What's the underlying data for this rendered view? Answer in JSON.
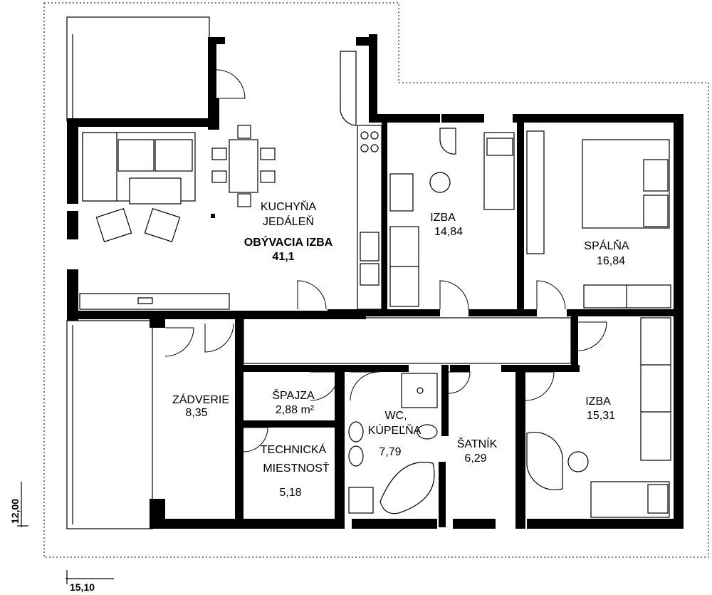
{
  "rooms": {
    "kuchyna": {
      "line1": "KUCHYŇA",
      "line2": "JEDÁLEŇ",
      "line3": "OBÝVACIA IZBA",
      "area": "41,1"
    },
    "izba1": {
      "name": "IZBA",
      "area": "14,84"
    },
    "spalna": {
      "name": "SPÁLŇA",
      "area": "16,84"
    },
    "zadverie": {
      "name": "ZÁDVERIE",
      "area": "8,35"
    },
    "spajza": {
      "name": "ŠPAJZA",
      "area": "2,88 m²"
    },
    "wc": {
      "line1": "WC,",
      "line2": "KÚPEĽŇA",
      "area": "7,79"
    },
    "satnik": {
      "name": "ŠATNÍK",
      "area": "6,29"
    },
    "izba2": {
      "name": "IZBA",
      "area": "15,31"
    },
    "technicka": {
      "line1": "TECHNICKÁ",
      "line2": "MIESTNOSŤ",
      "area": "5,18"
    }
  },
  "dimensions": {
    "height": "12,00",
    "width": "15,10"
  }
}
